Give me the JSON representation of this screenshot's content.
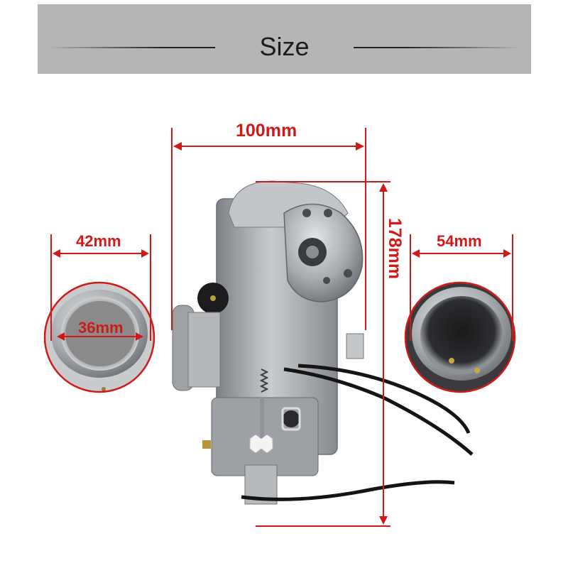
{
  "header": {
    "title": "Size"
  },
  "dimensions": {
    "width_top": "100mm",
    "height_side": "178mm",
    "left_outer": "42mm",
    "left_inner": "36mm",
    "right_outer": "54mm"
  },
  "colors": {
    "header_bg": "#b5b5b5",
    "dimension_red": "#d01a1a",
    "metal": "#a9adb1"
  }
}
